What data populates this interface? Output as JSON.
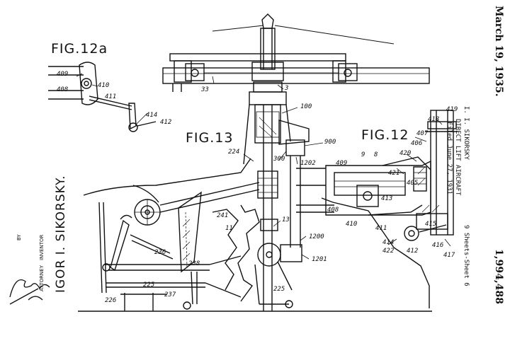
{
  "patent": {
    "date": "March 19, 1935.",
    "inventor_name": "I. I. SIKORSKY",
    "title": "DIRECT LIFT AIRCRAFT",
    "filed": "Filed June 27, 1931",
    "sheets": "9 Sheets-Sheet 6",
    "number": "1,994,488"
  },
  "signature": {
    "inventor_block": "IGOR I. SIKORSKY.",
    "inventor_caption": "INVENTOR",
    "by": "BY",
    "attorney_caption": "ATTORNEY"
  },
  "figures": {
    "fig12a": "FIG.12a",
    "fig13": "FIG.13",
    "fig12": "FIG.12"
  },
  "ref_numerals": {
    "n409a": "409",
    "n408a": "408",
    "n410a": "410",
    "n411a": "411",
    "n414a": "414",
    "n412a": "412",
    "n33": "33",
    "n3": "3",
    "n100": "100",
    "n900": "900",
    "n224": "224",
    "n300": "300",
    "n1202": "1202",
    "n241": "241",
    "n11": "11",
    "n13": "13",
    "n1200": "1200",
    "n1201": "1201",
    "n236": "236",
    "n238": "238",
    "n225a": "225",
    "n225b": "225",
    "n237": "237",
    "n226": "226",
    "n419": "419",
    "n418": "418",
    "n407": "407",
    "n406": "406",
    "n420": "420",
    "n9": "9",
    "n8": "8",
    "n409b": "409",
    "n421": "421",
    "n405": "405",
    "n413": "413",
    "n408b": "408",
    "n410b": "410",
    "n411b": "411",
    "n415": "415",
    "n414b": "414",
    "n422": "422",
    "n412b": "412",
    "n416": "416",
    "n417": "417"
  }
}
